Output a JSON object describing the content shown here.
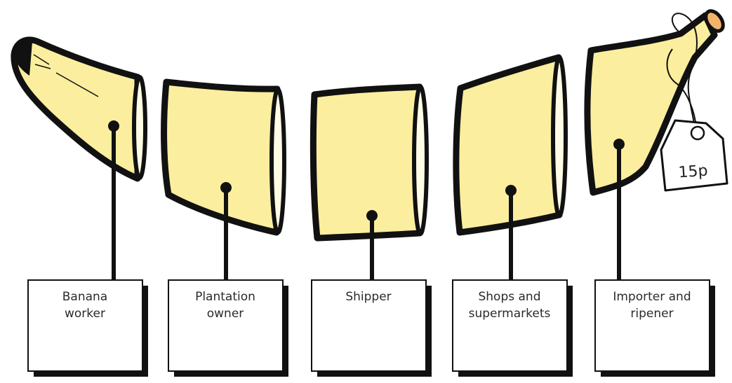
{
  "diagram": {
    "colors": {
      "banana_fill": "#FBEE9E",
      "outline": "#111111",
      "cut_face": "#FFFCE6",
      "stem_tip": "#F2B36B",
      "box_fill": "#FFFFFF",
      "box_shadow": "#111111"
    },
    "segments": [
      {
        "label_lines": [
          "Banana",
          "worker"
        ]
      },
      {
        "label_lines": [
          "Plantation",
          "owner"
        ]
      },
      {
        "label_lines": [
          "Shipper"
        ]
      },
      {
        "label_lines": [
          "Shops and",
          "supermarkets"
        ]
      },
      {
        "label_lines": [
          "Importer and",
          "ripener"
        ]
      }
    ],
    "price_tag": {
      "text": "15p"
    }
  }
}
